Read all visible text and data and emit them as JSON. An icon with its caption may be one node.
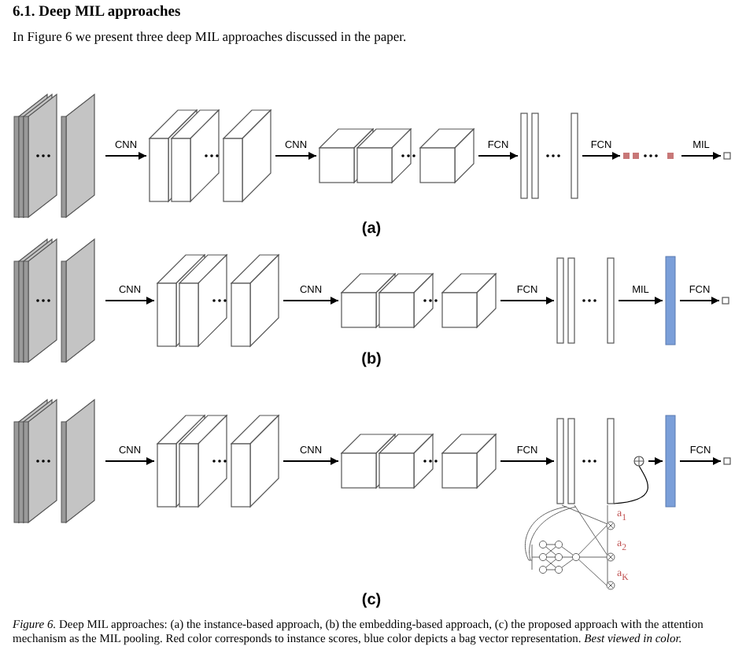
{
  "diagram": {
    "title": "6.1. Deep MIL approaches",
    "caption": "*Figure 6.* Deep MIL approaches: (a) the instance-based approach, (b) the embedding-based approach, (c) the proposed approach with the attention mechanism as the MIL pooling. Red color corresponds to instance scores, blue color depicts a bag vector representation. *Best viewed in color.*",
    "nodes": [
      {
        "text": [],
        "shape": "box"
      },
      {
        "text": [],
        "shape": "box"
      },
      {
        "text": [],
        "shape": "box"
      },
      {
        "text": [],
        "shape": "bar"
      },
      {
        "text": [],
        "shape": "box"
      },
      {
        "text": [],
        "shape": "box"
      },
      {
        "text": [],
        "shape": "box"
      },
      {
        "text": [],
        "shape": "box"
      },
      {
        "text": [],
        "shape": "box"
      },
      {
        "text": [],
        "shape": "bar"
      },
      {
        "text": [],
        "shape": "bar"
      },
      {
        "text": [],
        "shape": "box"
      },
      {
        "text": [],
        "shape": "box"
      },
      {
        "text": [],
        "shape": "box"
      },
      {
        "text": [],
        "shape": "box"
      },
      {
        "text": [],
        "shape": "bar"
      },
      {
        "text": [],
        "shape": "circle"
      },
      {
        "text": [],
        "shape": "bar"
      },
      {
        "text": [],
        "shape": "box"
      }
    ],
    "edges": [
      {
        "from": 0,
        "to": 1,
        "arrow": "to",
        "label": "CNN"
      },
      {
        "from": 1,
        "to": 2,
        "arrow": "to",
        "label": "CNN"
      },
      {
        "from": 2,
        "to": 3,
        "arrow": "to",
        "label": "FCN"
      },
      {
        "from": 3,
        "to": 4,
        "arrow": "to",
        "label": "FCN"
      },
      {
        "from": 4,
        "to": 5,
        "arrow": "to",
        "label": "MIL"
      },
      {
        "from": 6,
        "to": 7,
        "arrow": "to",
        "label": "CNN"
      },
      {
        "from": 7,
        "to": 8,
        "arrow": "to",
        "label": "CNN"
      },
      {
        "from": 8,
        "to": 9,
        "arrow": "to",
        "label": "FCN"
      },
      {
        "from": 9,
        "to": 10,
        "arrow": "to",
        "label": "MIL"
      },
      {
        "from": 10,
        "to": 11,
        "arrow": "to",
        "label": "FCN"
      },
      {
        "from": 12,
        "to": 13,
        "arrow": "to",
        "label": "CNN"
      },
      {
        "from": 13,
        "to": 14,
        "arrow": "to",
        "label": "CNN"
      },
      {
        "from": 14,
        "to": 15,
        "arrow": "to",
        "label": "FCN"
      },
      {
        "from": 15,
        "to": 16,
        "arrow": "none"
      },
      {
        "from": 16,
        "to": 17,
        "arrow": "to"
      },
      {
        "from": 17,
        "to": 18,
        "arrow": "to",
        "label": "FCN"
      }
    ],
    "labels": [
      "In Figure 6 we present three deep MIL approaches discussed in the paper.",
      "(a)",
      "(b)",
      "(c)",
      "a$_{1}$",
      "a$_{2}$",
      "a$_{K}$"
    ]
  }
}
